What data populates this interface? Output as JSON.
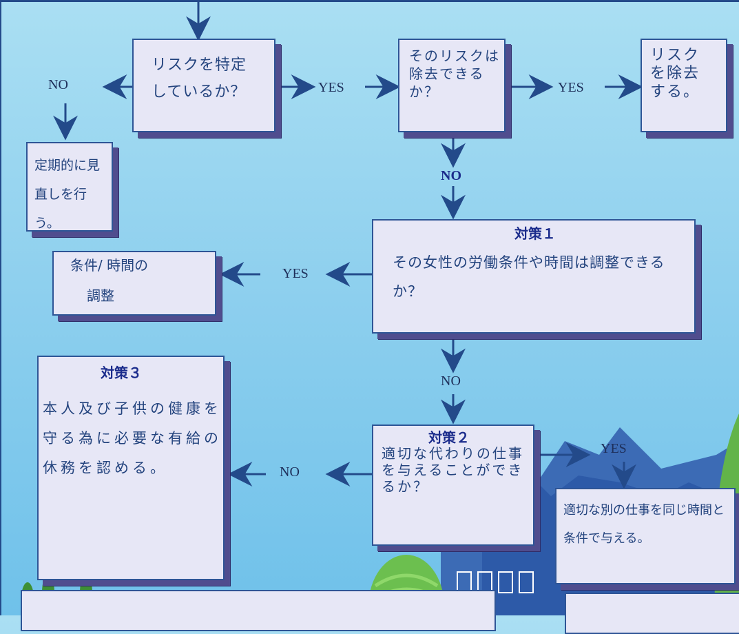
{
  "nodes": {
    "identify_risk": "リスクを特定しているか？",
    "can_remove": "そのリスクは除去できるか？",
    "remove_risk": "リスクを除去する。",
    "periodic_review": "定期的に見直しを行う。",
    "measure1_title": "対策１",
    "measure1_body": "その女性の労働条件や時間は調整できるか？",
    "adjust_title": "条件/ 時間の",
    "adjust_sub": "調整",
    "measure2_title": "対策２",
    "measure2_body": "適切な代わりの仕事を与えることができるか？",
    "alt_job": "適切な別の仕事を同じ時間と条件で与える。",
    "measure3_title": "対策３",
    "measure3_body": "本人及び子供の健康を守る為に必要な有給の休務を認める。"
  },
  "labels": {
    "no1": "NO",
    "yes1": "YES",
    "yes2": "YES",
    "no2": "NO",
    "yes3": "YES",
    "no3": "NO",
    "no4": "NO",
    "yes4": "YES"
  },
  "colors": {
    "box_fill": "#e7e7f6",
    "box_border": "#2e5596",
    "shadow": "#504d8e",
    "arrow": "#234a8a",
    "background": "#8fd0ee"
  }
}
